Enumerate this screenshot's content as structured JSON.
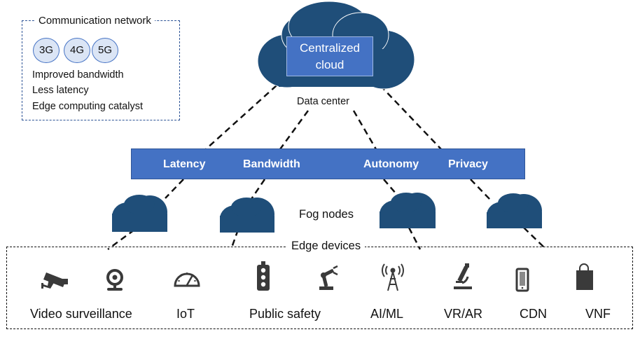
{
  "legend": {
    "title": "Communication network",
    "generations": [
      "3G",
      "4G",
      "5G"
    ],
    "benefits": [
      "Improved bandwidth",
      "Less latency",
      "Edge computing catalyst"
    ]
  },
  "cloud": {
    "label_line1": "Centralized",
    "label_line2": "cloud",
    "sublabel": "Data center"
  },
  "bar": {
    "items": [
      "Latency",
      "Bandwidth",
      "Autonomy",
      "Privacy"
    ]
  },
  "fog": {
    "label": "Fog nodes"
  },
  "edge": {
    "label": "Edge devices",
    "devices": [
      "Video surveillance",
      "IoT",
      "Public safety",
      "AI/ML",
      "VR/AR",
      "CDN",
      "VNF"
    ],
    "icons": [
      "cctv-camera-icon",
      "webcam-icon",
      "gauge-icon",
      "traffic-light-icon",
      "robot-arm-icon",
      "antenna-tower-icon",
      "microscope-icon",
      "smartphone-icon",
      "shopping-bag-icon"
    ]
  },
  "colors": {
    "cloud": "#1f4e79",
    "bar": "#4472c4",
    "gen_fill": "#dbe5f5",
    "icon": "#3a3a3a"
  }
}
